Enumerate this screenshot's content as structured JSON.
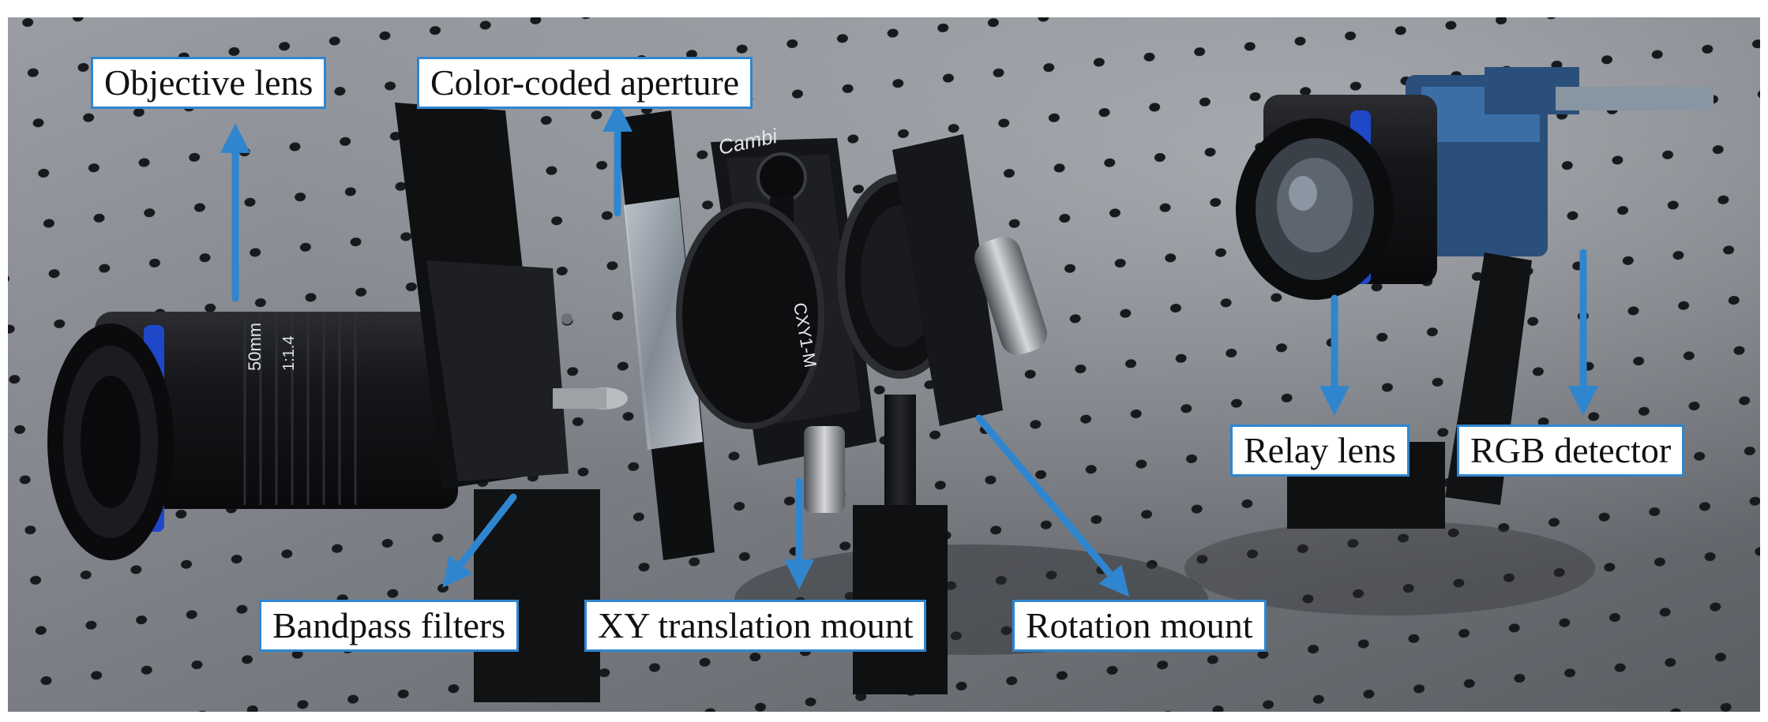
{
  "figure": {
    "labels": {
      "objective_lens": "Objective lens",
      "color_coded_aperture": "Color-coded aperture",
      "relay_lens": "Relay lens",
      "rgb_detector": "RGB detector",
      "bandpass_filters": "Bandpass filters",
      "xy_translation_mount": "XY translation mount",
      "rotation_mount": "Rotation mount"
    },
    "lens_markings": {
      "brand_text": "Cambi",
      "model_text": "CXY1-M",
      "lens_focal": "50mm",
      "lens_aperture": "1:1.4"
    }
  },
  "colors": {
    "arrow": "#2f86cf",
    "label_border": "#2f86cf",
    "table": "#7b7f85",
    "hole": "#17191c",
    "hardware": "#121316",
    "accent_blue": "#1f48c8"
  },
  "icons": [
    "arrow-up-icon",
    "arrow-down-icon"
  ]
}
